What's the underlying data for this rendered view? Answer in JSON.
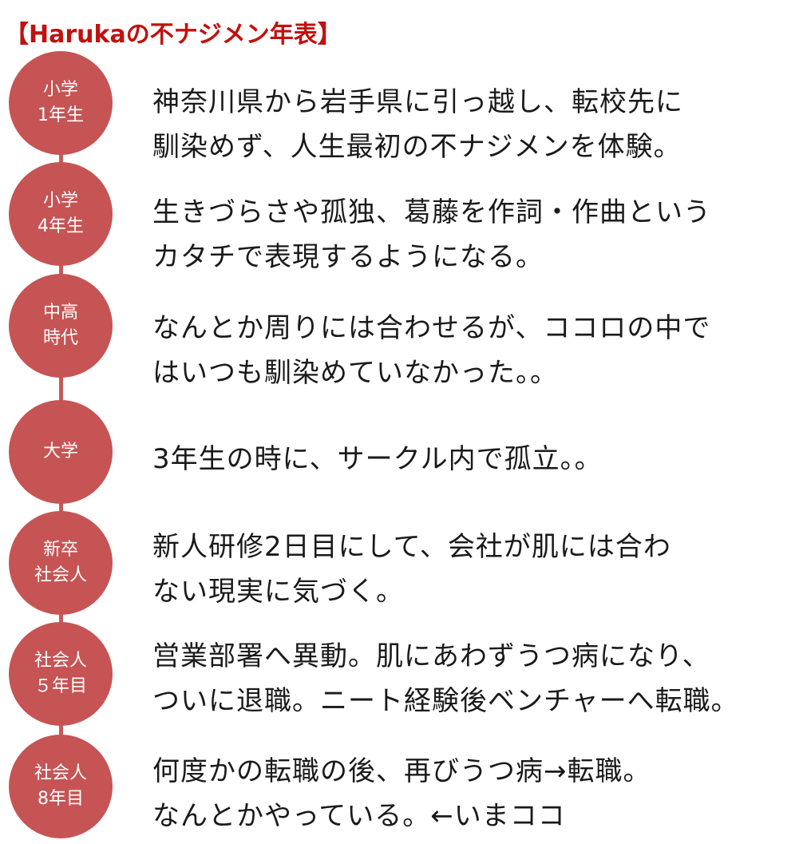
{
  "title": "【Harukaの不ナジメン年表】",
  "colors": {
    "title": "#c0120f",
    "circle": "#c65454",
    "connector": "#c65b5b",
    "text": "#1a1a1a"
  },
  "entries": [
    {
      "period": "小学\n1年生",
      "text": "神奈川県から岩手県に引っ越し、転校先に\n馴染めず、人生最初の不ナジメンを体験。"
    },
    {
      "period": "小学\n4年生",
      "text": "生きづらさや孤独、葛藤を作詞・作曲という\nカタチで表現するようになる。"
    },
    {
      "period": "中高\n時代",
      "text": "なんとか周りには合わせるが、ココロの中で\nはいつも馴染めていなかった。。"
    },
    {
      "period": "大学",
      "text": "3年生の時に、サークル内で孤立。。"
    },
    {
      "period": "新卒\n社会人",
      "text": "新人研修2日目にして、会社が肌には合わ\nない現実に気づく。"
    },
    {
      "period": "社会人\n５年目",
      "text": "営業部署へ異動。肌にあわずうつ病になり、\nついに退職。ニート経験後ベンチャーへ転職。"
    },
    {
      "period": "社会人\n8年目",
      "text": "何度かの転職の後、再びうつ病→転職。\nなんとかやっている。←いまココ"
    }
  ]
}
